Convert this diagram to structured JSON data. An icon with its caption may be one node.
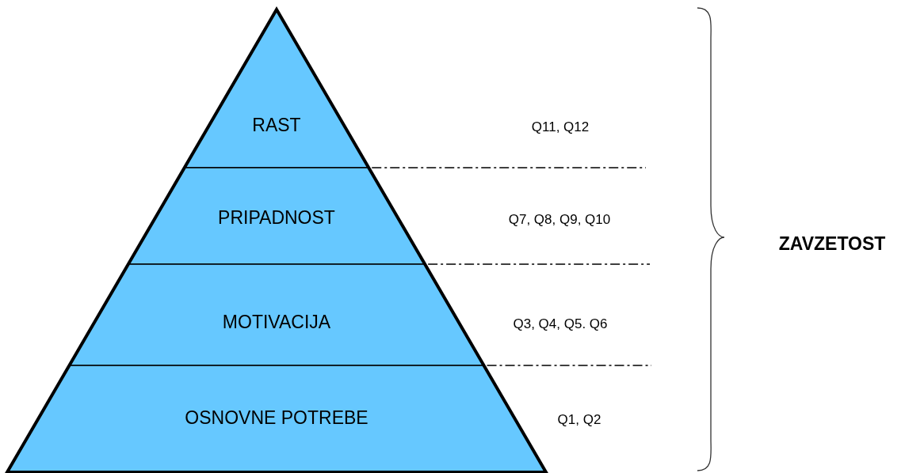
{
  "diagram": {
    "nodes": [
      {
        "text": [
          "RAST"
        ]
      },
      {
        "text": [
          "PRIPADNOST"
        ]
      },
      {
        "text": [
          "MOTIVACIJA"
        ]
      },
      {
        "text": [
          "OSNOVNE POTREBE"
        ]
      }
    ],
    "edges": [],
    "labels": [
      "Q11, Q12",
      "Q7, Q8, Q9, Q10",
      "ZAVZETOST",
      "Q3, Q4, Q5. Q6",
      "Q1, Q2"
    ]
  }
}
